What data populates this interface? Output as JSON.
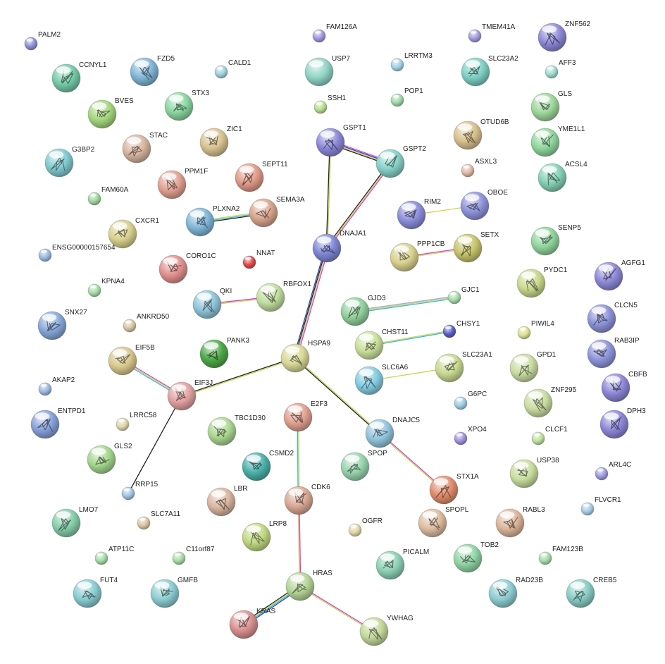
{
  "colors": {
    "background": "#ffffff",
    "label": "#222222",
    "edge_black": "#222222",
    "edge_yellow": "#c6d64a",
    "edge_magenta": "#d43fd0",
    "edge_blue": "#2f3ec9",
    "edge_cyan": "#3ab8d6",
    "edge_lavender": "#a7a4e6"
  },
  "nodes": [
    {
      "label": "PALM2",
      "color": "#8f8fd8",
      "size": "small"
    },
    {
      "label": "FAM126A",
      "color": "#9f98dc",
      "size": "small"
    },
    {
      "label": "TMEM41A",
      "color": "#a19adc",
      "size": "small"
    },
    {
      "label": "ZNF562",
      "color": "#8c88d6",
      "size": "large",
      "structure": true
    },
    {
      "label": "CCNYL1",
      "color": "#74c9a6",
      "size": "large",
      "structure": true
    },
    {
      "label": "FZD5",
      "color": "#7fb4d6",
      "size": "large",
      "structure": true
    },
    {
      "label": "CALD1",
      "color": "#9fd0e0",
      "size": "small"
    },
    {
      "label": "USP7",
      "color": "#8fd4c4",
      "size": "large"
    },
    {
      "label": "LRRTM3",
      "color": "#a0d0e4",
      "size": "small"
    },
    {
      "label": "SLC23A2",
      "color": "#7ccfc2",
      "size": "large",
      "structure": true
    },
    {
      "label": "AFF3",
      "color": "#9edccd",
      "size": "small"
    },
    {
      "label": "BVES",
      "color": "#a4d67c",
      "size": "large",
      "structure": true
    },
    {
      "label": "STX3",
      "color": "#8ad6a0",
      "size": "large",
      "structure": true
    },
    {
      "label": "SSH1",
      "color": "#b6dd8e",
      "size": "small"
    },
    {
      "label": "POP1",
      "color": "#9ed9a6",
      "size": "small"
    },
    {
      "label": "GLS",
      "color": "#9dd69a",
      "size": "large",
      "structure": true
    },
    {
      "label": "STAC",
      "color": "#d6b49e",
      "size": "large",
      "structure": true
    },
    {
      "label": "ZIC1",
      "color": "#d6c290",
      "size": "large",
      "structure": true
    },
    {
      "label": "GSPT1",
      "color": "#8a88d8",
      "size": "large",
      "structure": true
    },
    {
      "label": "GSPT2",
      "color": "#84d0c6",
      "size": "large",
      "structure": true
    },
    {
      "label": "OTUD6B",
      "color": "#d8c08c",
      "size": "large",
      "structure": true
    },
    {
      "label": "YME1L1",
      "color": "#8fd69c",
      "size": "large",
      "structure": true
    },
    {
      "label": "G3BP2",
      "color": "#7fcad0",
      "size": "large",
      "structure": true
    },
    {
      "label": "PPM1F",
      "color": "#e0a090",
      "size": "large",
      "structure": true
    },
    {
      "label": "SEPT11",
      "color": "#e09a88",
      "size": "large",
      "structure": true
    },
    {
      "label": "ASXL3",
      "color": "#e0b8a4",
      "size": "small"
    },
    {
      "label": "ACSL4",
      "color": "#84d0b4",
      "size": "large",
      "structure": true
    },
    {
      "label": "FAM60A",
      "color": "#9fd6a0",
      "size": "small"
    },
    {
      "label": "PLXNA2",
      "color": "#7fb6d6",
      "size": "large",
      "structure": true
    },
    {
      "label": "SEMA3A",
      "color": "#d8a48c",
      "size": "large",
      "structure": true
    },
    {
      "label": "RIM2",
      "color": "#8a8cd8",
      "size": "large",
      "structure": true
    },
    {
      "label": "OBOE",
      "color": "#8e92da",
      "size": "large",
      "structure": true
    },
    {
      "label": "CXCR1",
      "color": "#d8d08c",
      "size": "large",
      "structure": true
    },
    {
      "label": "DNAJA1",
      "color": "#7e86d4",
      "size": "large",
      "structure": true
    },
    {
      "label": "SENP5",
      "color": "#8fd49c",
      "size": "large",
      "structure": true
    },
    {
      "label": "ENSG00000157654",
      "color": "#9ab8e0",
      "size": "small"
    },
    {
      "label": "CORO1C",
      "color": "#e0908c",
      "size": "large",
      "structure": true
    },
    {
      "label": "NNAT",
      "color": "#e04a4a",
      "size": "small"
    },
    {
      "label": "PPP1CB",
      "color": "#d8d08c",
      "size": "large",
      "structure": true
    },
    {
      "label": "SETX",
      "color": "#c6c46a",
      "size": "large",
      "structure": true
    },
    {
      "label": "AGFG1",
      "color": "#8c88d6",
      "size": "large",
      "structure": true
    },
    {
      "label": "PYDC1",
      "color": "#c8d88c",
      "size": "large",
      "structure": true
    },
    {
      "label": "KPNA4",
      "color": "#a8dca6",
      "size": "small"
    },
    {
      "label": "QKI",
      "color": "#8ec4d8",
      "size": "large",
      "structure": true
    },
    {
      "label": "RBFOX1",
      "color": "#bedc9e",
      "size": "large",
      "structure": true
    },
    {
      "label": "GJD3",
      "color": "#90d09a",
      "size": "large",
      "structure": true
    },
    {
      "label": "GJC1",
      "color": "#a8dcac",
      "size": "small"
    },
    {
      "label": "CLCN5",
      "color": "#8c92d8",
      "size": "large",
      "structure": true
    },
    {
      "label": "SNX27",
      "color": "#86a6d8",
      "size": "large",
      "structure": true
    },
    {
      "label": "ANKRD50",
      "color": "#d8c4a4",
      "size": "small"
    },
    {
      "label": "CHST11",
      "color": "#c8e09a",
      "size": "large",
      "structure": true
    },
    {
      "label": "CHSY1",
      "color": "#5c5ec8",
      "size": "small"
    },
    {
      "label": "PIWIL4",
      "color": "#dce094",
      "size": "small"
    },
    {
      "label": "RAB3IP",
      "color": "#8c94da",
      "size": "large",
      "structure": true
    },
    {
      "label": "PANK3",
      "color": "#4ea848",
      "size": "large",
      "structure": true
    },
    {
      "label": "EIF5B",
      "color": "#d8c88c",
      "size": "large",
      "structure": true
    },
    {
      "label": "HSPA9",
      "color": "#d8d896",
      "size": "large",
      "structure": true
    },
    {
      "label": "SLC23A1",
      "color": "#c8d890",
      "size": "large",
      "structure": true
    },
    {
      "label": "GPD1",
      "color": "#c8dca0",
      "size": "large",
      "structure": true
    },
    {
      "label": "CBFB",
      "color": "#8c86d6",
      "size": "large",
      "structure": true
    },
    {
      "label": "AKAP2",
      "color": "#9ab8e0",
      "size": "small"
    },
    {
      "label": "EIF3J",
      "color": "#e0a0a0",
      "size": "large",
      "structure": true
    },
    {
      "label": "SLC6A6",
      "color": "#84cce0",
      "size": "large",
      "structure": true
    },
    {
      "label": "G6PC",
      "color": "#9ccce4",
      "size": "small"
    },
    {
      "label": "ZNF295",
      "color": "#c8dca0",
      "size": "large",
      "structure": true
    },
    {
      "label": "DPH3",
      "color": "#8c86d6",
      "size": "large",
      "structure": true
    },
    {
      "label": "ENTPD1",
      "color": "#86a0d8",
      "size": "large",
      "structure": true
    },
    {
      "label": "E2F3",
      "color": "#e0a090",
      "size": "large",
      "structure": true
    },
    {
      "label": "LRRC58",
      "color": "#e0d4a8",
      "size": "small"
    },
    {
      "label": "TBC1D30",
      "color": "#aad690",
      "size": "large",
      "structure": true
    },
    {
      "label": "DNAJC5",
      "color": "#90c4dc",
      "size": "large",
      "structure": true
    },
    {
      "label": "XPO4",
      "color": "#a090e0",
      "size": "small"
    },
    {
      "label": "CLCF1",
      "color": "#c0e0a0",
      "size": "small"
    },
    {
      "label": "GLS2",
      "color": "#a2d68c",
      "size": "large",
      "structure": true
    },
    {
      "label": "CSMD2",
      "color": "#4ab0a8",
      "size": "large",
      "structure": true
    },
    {
      "label": "SPOP",
      "color": "#96d4ac",
      "size": "large",
      "structure": true
    },
    {
      "label": "USP38",
      "color": "#c8dc9e",
      "size": "large",
      "structure": true
    },
    {
      "label": "ARL4C",
      "color": "#9a9ce0",
      "size": "small"
    },
    {
      "label": "RRP15",
      "color": "#a2c4e4",
      "size": "small"
    },
    {
      "label": "LBR",
      "color": "#d8b49e",
      "size": "large",
      "structure": true
    },
    {
      "label": "CDK6",
      "color": "#d8a894",
      "size": "large",
      "structure": true
    },
    {
      "label": "STX1A",
      "color": "#e08c6c",
      "size": "large",
      "structure": true
    },
    {
      "label": "FLVCR1",
      "color": "#a8cce8",
      "size": "small"
    },
    {
      "label": "LMO7",
      "color": "#84cca8",
      "size": "large",
      "structure": true
    },
    {
      "label": "SLC7A11",
      "color": "#dcc4a4",
      "size": "small"
    },
    {
      "label": "LRP8",
      "color": "#c0d880",
      "size": "large",
      "structure": true
    },
    {
      "label": "OGFR",
      "color": "#e0d6a4",
      "size": "small"
    },
    {
      "label": "SPOPL",
      "color": "#dcbca0",
      "size": "large",
      "structure": true
    },
    {
      "label": "RABL3",
      "color": "#dcb498",
      "size": "large",
      "structure": true
    },
    {
      "label": "ATP11C",
      "color": "#a4dca6",
      "size": "small"
    },
    {
      "label": "C11orf87",
      "color": "#a8dca4",
      "size": "small"
    },
    {
      "label": "PICALM",
      "color": "#8cd0b4",
      "size": "large",
      "structure": true
    },
    {
      "label": "TOB2",
      "color": "#90d4a4",
      "size": "large",
      "structure": true
    },
    {
      "label": "FAM123B",
      "color": "#a4dcaa",
      "size": "small"
    },
    {
      "label": "FUT4",
      "color": "#88ccd0",
      "size": "large",
      "structure": true
    },
    {
      "label": "GMFB",
      "color": "#8cccd0",
      "size": "large",
      "structure": true
    },
    {
      "label": "HRAS",
      "color": "#b4d496",
      "size": "large",
      "structure": true
    },
    {
      "label": "RAD23B",
      "color": "#8cccd0",
      "size": "large",
      "structure": true
    },
    {
      "label": "CREB5",
      "color": "#88ccc4",
      "size": "large",
      "structure": true
    },
    {
      "label": "KRAS",
      "color": "#d89090",
      "size": "large",
      "structure": true
    },
    {
      "label": "YWHAG",
      "color": "#c4d89a",
      "size": "large",
      "structure": true
    }
  ],
  "edges": [
    {
      "source": "GSPT1",
      "target": "GSPT2",
      "colors": [
        "edge_magenta",
        "edge_blue",
        "edge_yellow",
        "edge_black"
      ]
    },
    {
      "source": "GSPT1",
      "target": "DNAJA1",
      "colors": [
        "edge_yellow",
        "edge_black"
      ]
    },
    {
      "source": "GSPT2",
      "target": "DNAJA1",
      "colors": [
        "edge_magenta",
        "edge_yellow",
        "edge_black"
      ]
    },
    {
      "source": "DNAJA1",
      "target": "HSPA9",
      "colors": [
        "edge_magenta",
        "edge_yellow",
        "edge_black",
        "edge_blue"
      ]
    },
    {
      "source": "PLXNA2",
      "target": "SEMA3A",
      "colors": [
        "edge_yellow",
        "edge_cyan",
        "edge_black"
      ]
    },
    {
      "source": "RIM2",
      "target": "OBOE",
      "colors": [
        "edge_yellow"
      ]
    },
    {
      "source": "PPP1CB",
      "target": "SETX",
      "colors": [
        "edge_magenta",
        "edge_yellow"
      ]
    },
    {
      "source": "QKI",
      "target": "RBFOX1",
      "colors": [
        "edge_magenta",
        "edge_yellow"
      ]
    },
    {
      "source": "GJD3",
      "target": "GJC1",
      "colors": [
        "edge_lavender",
        "edge_yellow",
        "edge_cyan"
      ]
    },
    {
      "source": "CHST11",
      "target": "CHSY1",
      "colors": [
        "edge_yellow",
        "edge_cyan"
      ]
    },
    {
      "source": "SLC6A6",
      "target": "SLC23A1",
      "colors": [
        "edge_yellow"
      ]
    },
    {
      "source": "EIF5B",
      "target": "EIF3J",
      "colors": [
        "edge_magenta",
        "edge_yellow",
        "edge_cyan"
      ]
    },
    {
      "source": "EIF3J",
      "target": "HSPA9",
      "colors": [
        "edge_black",
        "edge_yellow"
      ]
    },
    {
      "source": "EIF3J",
      "target": "RRP15",
      "colors": [
        "edge_black"
      ]
    },
    {
      "source": "HSPA9",
      "target": "DNAJC5",
      "colors": [
        "edge_yellow",
        "edge_black"
      ]
    },
    {
      "source": "DNAJC5",
      "target": "STX1A",
      "colors": [
        "edge_magenta",
        "edge_yellow"
      ]
    },
    {
      "source": "E2F3",
      "target": "CDK6",
      "colors": [
        "edge_yellow",
        "edge_cyan"
      ]
    },
    {
      "source": "CDK6",
      "target": "HRAS",
      "colors": [
        "edge_magenta",
        "edge_yellow"
      ]
    },
    {
      "source": "HRAS",
      "target": "KRAS",
      "colors": [
        "edge_blue",
        "edge_cyan",
        "edge_yellow",
        "edge_black"
      ]
    },
    {
      "source": "HRAS",
      "target": "YWHAG",
      "colors": [
        "edge_magenta",
        "edge_yellow"
      ]
    }
  ]
}
